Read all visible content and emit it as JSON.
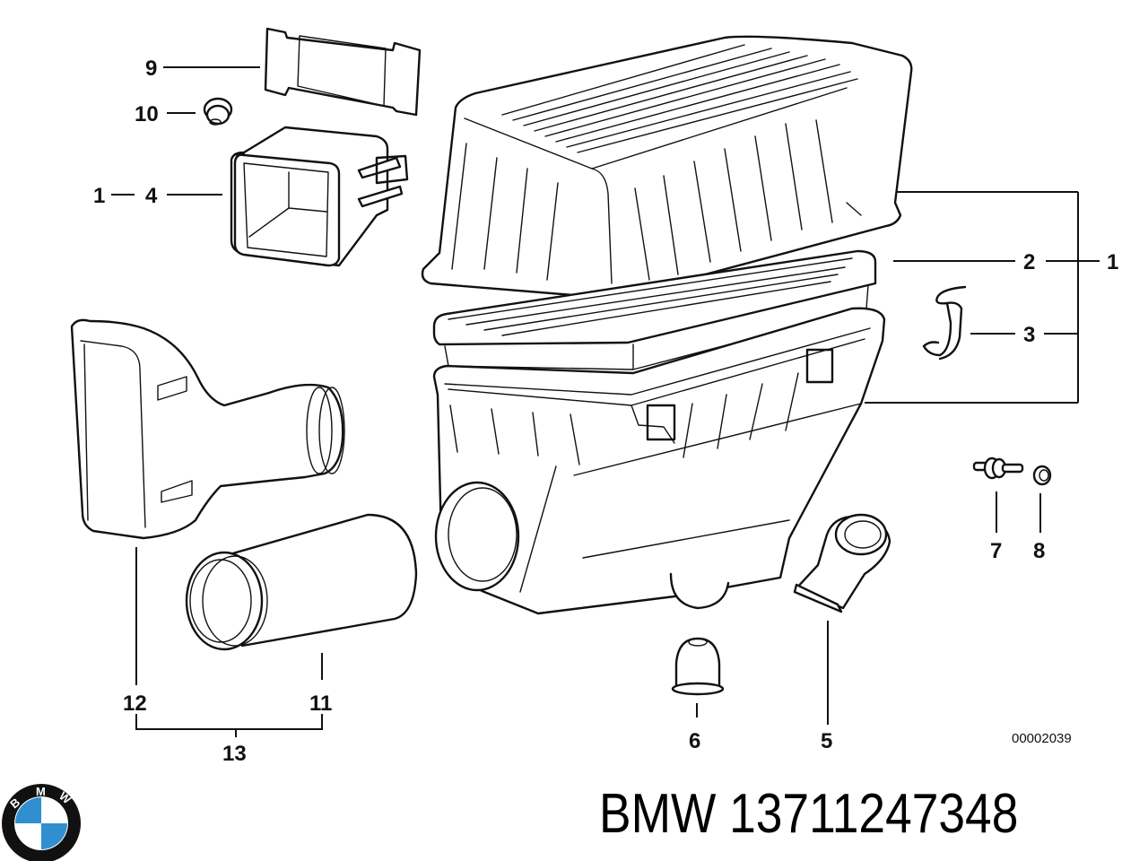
{
  "document": {
    "type": "BMW parts catalog exploded diagram",
    "subject": "Air filter housing assembly"
  },
  "footer": {
    "brand": "BMW",
    "part_number": "13711247348",
    "title": "BMW 13711247348"
  },
  "logo": {
    "letters": [
      "B",
      "M",
      "W"
    ],
    "colors": {
      "ring": "#111111",
      "blue": "#2f8fd0",
      "white": "#ffffff"
    }
  },
  "diagram": {
    "drawing_code": "00002039",
    "callouts": [
      {
        "id": "9",
        "part": "gasket"
      },
      {
        "id": "10",
        "part": "grommet"
      },
      {
        "id": "1",
        "part": "air cleaner assembly (via 4)"
      },
      {
        "id": "4",
        "part": "intake funnel"
      },
      {
        "id": "1",
        "part": "air cleaner assembly"
      },
      {
        "id": "2",
        "part": "filter element"
      },
      {
        "id": "3",
        "part": "clamp"
      },
      {
        "id": "7",
        "part": "rubber mount"
      },
      {
        "id": "8",
        "part": "nut"
      },
      {
        "id": "12",
        "part": "air intake duct"
      },
      {
        "id": "11",
        "part": "intake hose"
      },
      {
        "id": "13",
        "part": "intake duct set"
      },
      {
        "id": "6",
        "part": "cap"
      },
      {
        "id": "5",
        "part": "drain valve"
      }
    ]
  }
}
